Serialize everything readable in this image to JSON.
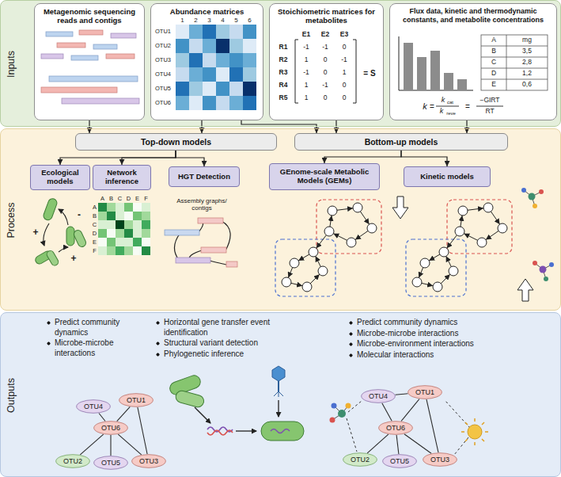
{
  "diagram": {
    "nodes": [
      {
        "text": [
          "Inputs"
        ]
      },
      {
        "text": [
          "Metagenomic sequencing reads and contigs"
        ],
        "in": 0
      },
      {
        "text": [
          "Abundance matrices"
        ],
        "in": 0
      },
      {
        "text": [
          "Stoichiometric matrices for metabolites"
        ],
        "in": 0
      },
      {
        "text": [
          "Flux data, kinetic and thermodynamic constants, and metabolite concentrations"
        ],
        "in": 0
      },
      {
        "text": [
          "Process"
        ]
      },
      {
        "text": [
          "Top-down models"
        ],
        "in": 5
      },
      {
        "text": [
          "Bottom-up models"
        ],
        "in": 5
      },
      {
        "text": [
          "Ecological models"
        ],
        "in": 5
      },
      {
        "text": [
          "Network inference"
        ],
        "in": 5
      },
      {
        "text": [
          "HGT Detection"
        ],
        "in": 5
      },
      {
        "text": [
          "GEnome-scale Metabolic Models (GEMs)"
        ],
        "in": 5
      },
      {
        "text": [
          "Kinetic models"
        ],
        "in": 5
      },
      {
        "text": [
          "Outputs"
        ]
      },
      {
        "text": [
          "OTU4"
        ],
        "in": 13
      },
      {
        "text": [
          "OTU1"
        ],
        "in": 13
      },
      {
        "text": [
          "OTU6"
        ],
        "in": 13
      },
      {
        "text": [
          "OTU2"
        ],
        "in": 13
      },
      {
        "text": [
          "OTU5"
        ],
        "in": 13
      },
      {
        "text": [
          "OTU3"
        ],
        "in": 13
      },
      {
        "text": [
          "OTU4"
        ],
        "in": 13
      },
      {
        "text": [
          "OTU1"
        ],
        "in": 13
      },
      {
        "text": [
          "OTU6"
        ],
        "in": 13
      },
      {
        "text": [
          "OTU2"
        ],
        "in": 13
      },
      {
        "text": [
          "OTU5"
        ],
        "in": 13
      },
      {
        "text": [
          "OTU3"
        ],
        "in": 13
      }
    ],
    "edges": [
      {
        "from": 1,
        "to": 6,
        "arrow": "to"
      },
      {
        "from": 2,
        "to": 6,
        "arrow": "to"
      },
      {
        "from": 2,
        "to": 7,
        "arrow": "to"
      },
      {
        "from": 3,
        "to": 7,
        "arrow": "to"
      },
      {
        "from": 4,
        "to": 7,
        "arrow": "to"
      },
      {
        "from": 6,
        "to": 8,
        "arrow": "to"
      },
      {
        "from": 6,
        "to": 9,
        "arrow": "to"
      },
      {
        "from": 6,
        "to": 10,
        "arrow": "to"
      },
      {
        "from": 7,
        "to": 11,
        "arrow": "to"
      },
      {
        "from": 7,
        "to": 12,
        "arrow": "to"
      },
      {
        "from": 16,
        "to": 14,
        "arrow": "none"
      },
      {
        "from": 16,
        "to": 15,
        "arrow": "none"
      },
      {
        "from": 16,
        "to": 17,
        "arrow": "none"
      },
      {
        "from": 16,
        "to": 18,
        "arrow": "none"
      },
      {
        "from": 16,
        "to": 19,
        "arrow": "none"
      },
      {
        "from": 15,
        "to": 19,
        "arrow": "none"
      },
      {
        "from": 22,
        "to": 20,
        "arrow": "none"
      },
      {
        "from": 22,
        "to": 21,
        "arrow": "none"
      },
      {
        "from": 22,
        "to": 23,
        "arrow": "none"
      },
      {
        "from": 22,
        "to": 24,
        "arrow": "none"
      },
      {
        "from": 22,
        "to": 25,
        "arrow": "none"
      },
      {
        "from": 21,
        "to": 25,
        "arrow": "none"
      },
      {
        "from": 20,
        "to": 21,
        "arrow": "none"
      }
    ],
    "labels": [
      "1",
      "2",
      "3",
      "4",
      "5",
      "6",
      "OTU1",
      "OTU2",
      "OTU3",
      "OTU4",
      "OTU5",
      "OTU6",
      "E1",
      "E2",
      "E3",
      "R1",
      "R2",
      "R3",
      "R4",
      "R5",
      "-1",
      "-1",
      "0",
      "1",
      "0",
      "-1",
      "-1",
      "0",
      "1",
      "1",
      "-1",
      "0",
      "1",
      "0",
      "0",
      "= S",
      "A",
      "mg",
      "B",
      "3,5",
      "C",
      "2,8",
      "D",
      "1,2",
      "E",
      "0,6",
      "k",
      "=",
      "k",
      "cat",
      "k",
      "reve",
      "=",
      "−GIRT",
      "RT",
      "+",
      "-",
      "+",
      "A",
      "B",
      "C",
      "D",
      "E",
      "F",
      "A",
      "B",
      "C",
      "D",
      "E",
      "F",
      "Assembly graphs/ contigs",
      "Predict community dynamics",
      "Microbe-microbe interactions",
      "Horizontal gene transfer event identification",
      "Structural variant detection",
      "Phylogenetic inference",
      "Predict community dynamics",
      "Microbe-microbe interactions",
      "Microbe-environment interactions",
      "Molecular interactions"
    ]
  }
}
